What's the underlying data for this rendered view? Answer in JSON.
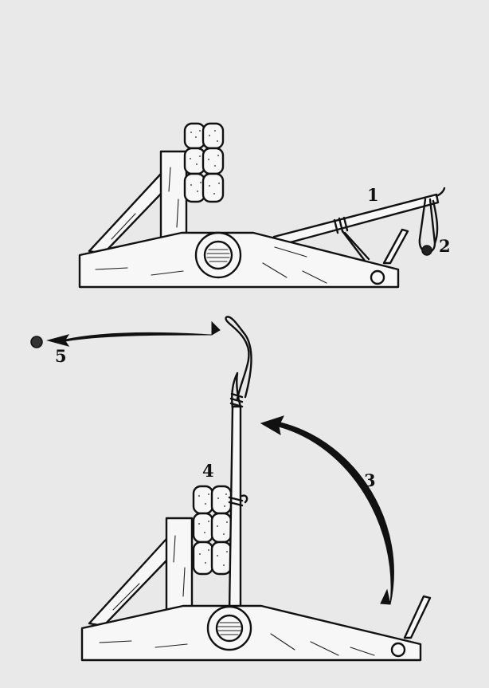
{
  "diagram": {
    "labels": {
      "arm": "1",
      "sling": "2",
      "swing": "3",
      "counterweight": "4",
      "projectile": "5"
    }
  }
}
